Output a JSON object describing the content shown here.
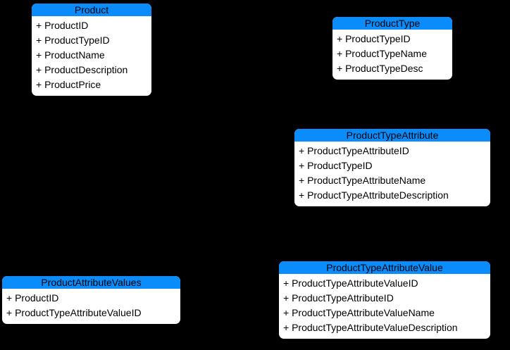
{
  "canvas": {
    "background": "#000000"
  },
  "style": {
    "header_bg": "#0b8cfb",
    "header_text": "#000000",
    "body_bg": "#ffffff",
    "body_text": "#000000"
  },
  "entities": [
    {
      "id": "product",
      "title": "Product",
      "fields": [
        "+ ProductID",
        "+ ProductTypeID",
        "+ ProductName",
        "+ ProductDescription",
        "+ ProductPrice"
      ]
    },
    {
      "id": "product-type",
      "title": "ProductType",
      "fields": [
        "+ ProductTypeID",
        "+ ProductTypeName",
        "+ ProductTypeDesc"
      ]
    },
    {
      "id": "product-type-attribute",
      "title": "ProductTypeAttribute",
      "fields": [
        "+ ProductTypeAttributeID",
        "+ ProductTypeID",
        "+ ProductTypeAttributeName",
        "+ ProductTypeAttributeDescription"
      ]
    },
    {
      "id": "product-attribute-values",
      "title": "ProductAttributeValues",
      "fields": [
        "+ ProductID",
        "+ ProductTypeAttributeValueID"
      ]
    },
    {
      "id": "product-type-attribute-value",
      "title": "ProductTypeAttributeValue",
      "fields": [
        "+ ProductTypeAttributeValueID",
        "+ ProductTypeAttributeID",
        "+ ProductTypeAttributeValueName",
        "+ ProductTypeAttributeValueDescription"
      ]
    }
  ]
}
